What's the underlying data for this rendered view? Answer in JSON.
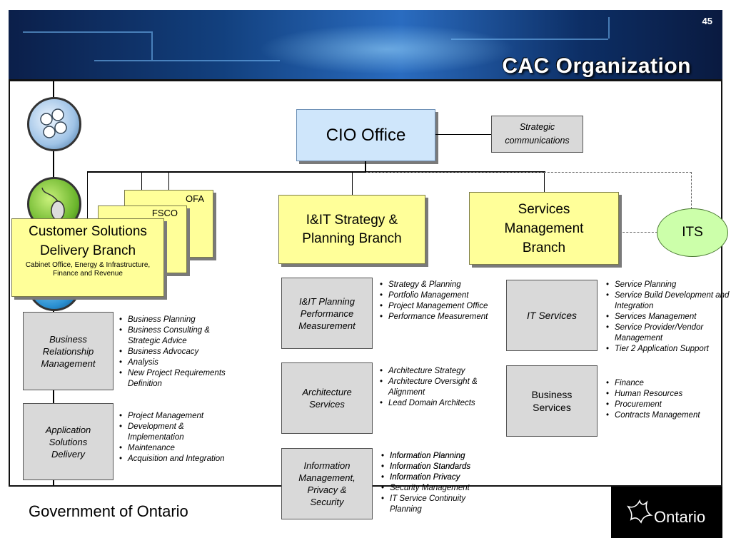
{
  "header": {
    "page_number": "45",
    "title": "CAC Organization"
  },
  "cio": {
    "label": "CIO Office",
    "strategic": "Strategic communications"
  },
  "its": "ITS",
  "cluster": {
    "ofa": "OFA",
    "fsco": "FSCO",
    "main_title": "Customer Solutions Delivery Branch",
    "main_sub": "Cabinet Office, Energy & Infrastructure, Finance and Revenue"
  },
  "strategy_branch": "I&IT Strategy & Planning Branch",
  "services_branch": "Services Management Branch",
  "left_units": [
    {
      "name": "Business Relationship Management",
      "items": [
        "Business Planning",
        "Business Consulting & Strategic Advice",
        "Business Advocacy",
        "Analysis",
        "New Project Requirements Definition"
      ]
    },
    {
      "name": "Application Solutions Delivery",
      "items": [
        "Project Management",
        "Development & Implementation",
        "Maintenance",
        "Acquisition and Integration"
      ]
    }
  ],
  "mid_units": [
    {
      "name": "I&IT Planning Performance Measurement",
      "items": [
        "Strategy & Planning",
        "Portfolio Management",
        "Project Management Office",
        "Performance Measurement"
      ]
    },
    {
      "name": "Architecture Services",
      "items": [
        "Architecture Strategy",
        "Architecture Oversight & Alignment",
        "Lead Domain Architects"
      ]
    },
    {
      "name": "Information Management, Privacy & Security",
      "items": [
        "Information Planning",
        "Information Standards",
        "Information Privacy",
        "Security Management",
        "IT Service Continuity Planning"
      ]
    }
  ],
  "right_units": [
    {
      "name": "IT Services",
      "items": [
        "Service Planning",
        "Service Build Development and Integration",
        "Services Management",
        "Service Provider/Vendor Management",
        "Tier 2 Application Support"
      ]
    },
    {
      "name": "Business Services",
      "items": [
        "Finance",
        "Human Resources",
        "Procurement",
        "Contracts Management"
      ]
    }
  ],
  "footer": {
    "government": "Government of Ontario",
    "ontario": "Ontario"
  },
  "icons": [
    "keyboard-icon",
    "mouse-icon",
    "globe-icon",
    "ontario-trillium-logo"
  ]
}
